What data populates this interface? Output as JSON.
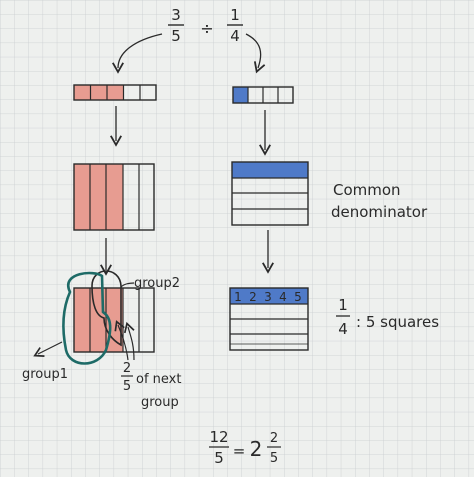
{
  "title_equation": {
    "numerator": "3",
    "denominator": "5",
    "operator": "÷",
    "divisor_numerator": "1",
    "divisor_denominator": "4"
  },
  "labels": {
    "common_denominator_line1": "Common",
    "common_denominator_line2": "denominator",
    "group1": "group1",
    "group2": "group2",
    "two_fifths_num": "2",
    "two_fifths_den": "5",
    "of_next": "of next",
    "group_word": "group"
  },
  "fourth_row_numbers": [
    "1",
    "2",
    "3",
    "4",
    "5"
  ],
  "fourth_equals": {
    "numerator": "1",
    "denominator": "4",
    "text": ": 5 squares"
  },
  "result": {
    "numerator": "12",
    "denominator": "5",
    "equals": "=",
    "whole": "2",
    "frac_numerator": "2",
    "frac_denominator": "5"
  },
  "colors": {
    "red_fill": "#e79c91",
    "blue_fill": "#4f7ac8",
    "ink": "#2a2a2a",
    "teal": "#1e6b67",
    "grid": "#c9cdd0",
    "paper": "#eef0ee"
  }
}
